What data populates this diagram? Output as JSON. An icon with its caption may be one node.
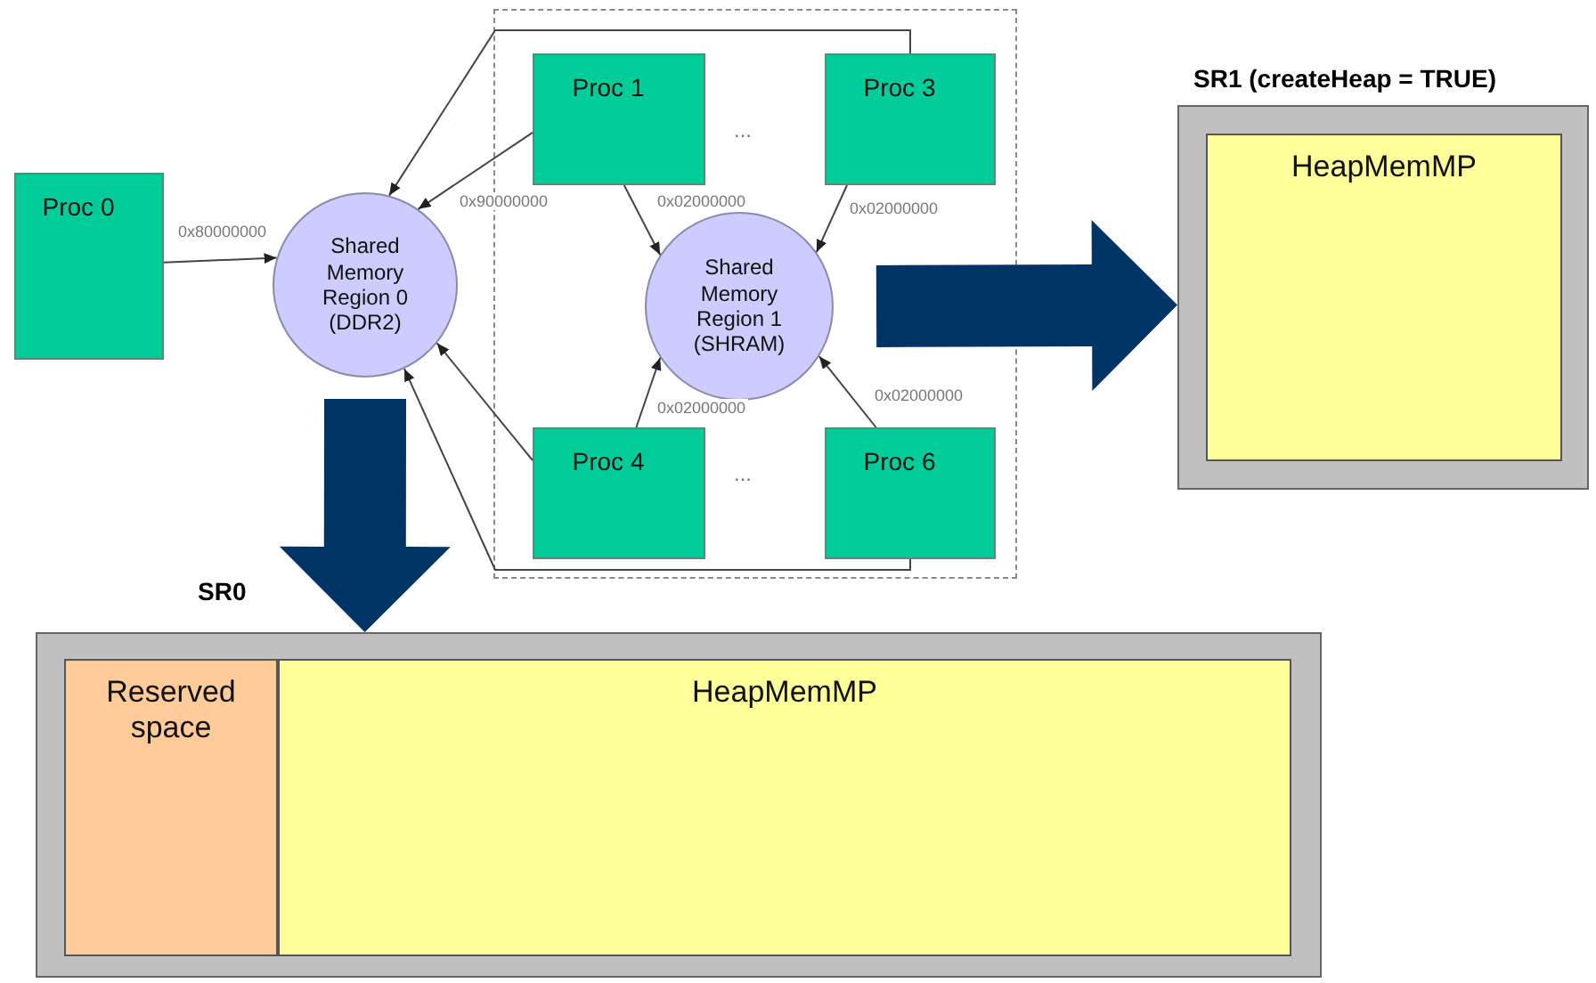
{
  "diagram": {
    "nodes": [
      {
        "text": [
          "Proc 0"
        ]
      },
      {
        "text": [
          "Shared Memory Region 0 (DDR2)"
        ]
      },
      {
        "text": [],
        "shape": "box"
      },
      {
        "text": [
          "Proc 1"
        ],
        "in": 2
      },
      {
        "text": [
          "Proc 3"
        ],
        "in": 2
      },
      {
        "text": [
          "Shared Memory Region 1 (SHRAM)"
        ],
        "in": 2
      },
      {
        "text": [
          "Proc 4"
        ],
        "in": 2
      },
      {
        "text": [
          "Proc 6"
        ],
        "in": 2
      },
      {
        "text": [
          "SR1 (createHeap = TRUE)"
        ]
      },
      {
        "text": [
          "HeapMemMP"
        ],
        "in": 8
      },
      {
        "text": [
          "SR0"
        ]
      },
      {
        "text": [
          "Reserved space"
        ],
        "in": 10
      },
      {
        "text": [
          "HeapMemMP"
        ],
        "in": 10
      }
    ],
    "edges": [
      {
        "from": 0,
        "to": 1,
        "arrow": "to",
        "label": "0x80000000"
      },
      {
        "from": 3,
        "to": 1,
        "arrow": "to",
        "label": "0x90000000"
      },
      {
        "from": 4,
        "to": 1,
        "arrow": "to"
      },
      {
        "from": 6,
        "to": 1,
        "arrow": "to"
      },
      {
        "from": 7,
        "to": 1,
        "arrow": "to"
      },
      {
        "from": 3,
        "to": 5,
        "arrow": "to",
        "label": "0x02000000"
      },
      {
        "from": 4,
        "to": 5,
        "arrow": "to",
        "label": "0x02000000"
      },
      {
        "from": 6,
        "to": 5,
        "arrow": "to",
        "label": "0x02000000"
      },
      {
        "from": 7,
        "to": 5,
        "arrow": "to",
        "label": "0x02000000"
      },
      {
        "from": 1,
        "to": 10,
        "arrow": "to",
        "style": "thick",
        "color": "#003366"
      },
      {
        "from": 5,
        "to": 8,
        "arrow": "to",
        "style": "thick",
        "color": "#003366"
      }
    ],
    "labels": [
      "...",
      "..."
    ]
  }
}
